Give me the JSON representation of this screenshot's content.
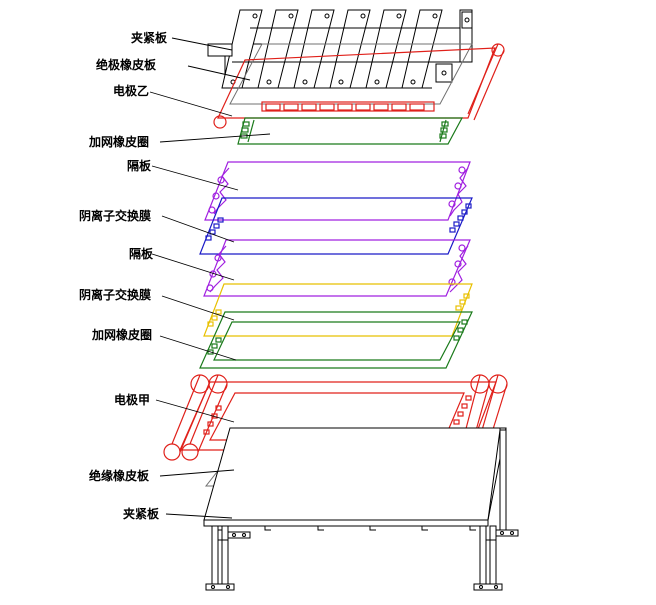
{
  "labels": {
    "clamp_top": "夹紧板",
    "insul_top": "绝极橡皮板",
    "electrode_b": "电极乙",
    "gasket_top": "加网橡皮圈",
    "sep1": "隔板",
    "membrane1": "阴离子交换膜",
    "sep2": "隔板",
    "membrane2": "阴离子交换膜",
    "gasket_bottom": "加网橡皮圈",
    "electrode_a": "电极甲",
    "insul_bottom": "绝缘橡皮板",
    "clamp_bottom": "夹紧板"
  },
  "colors": {
    "black": "#000000",
    "red": "#e0201a",
    "green": "#1a7a1a",
    "purple": "#a020e0",
    "blue": "#1a1ac8",
    "yellow": "#e8c000",
    "gray": "#707070"
  }
}
